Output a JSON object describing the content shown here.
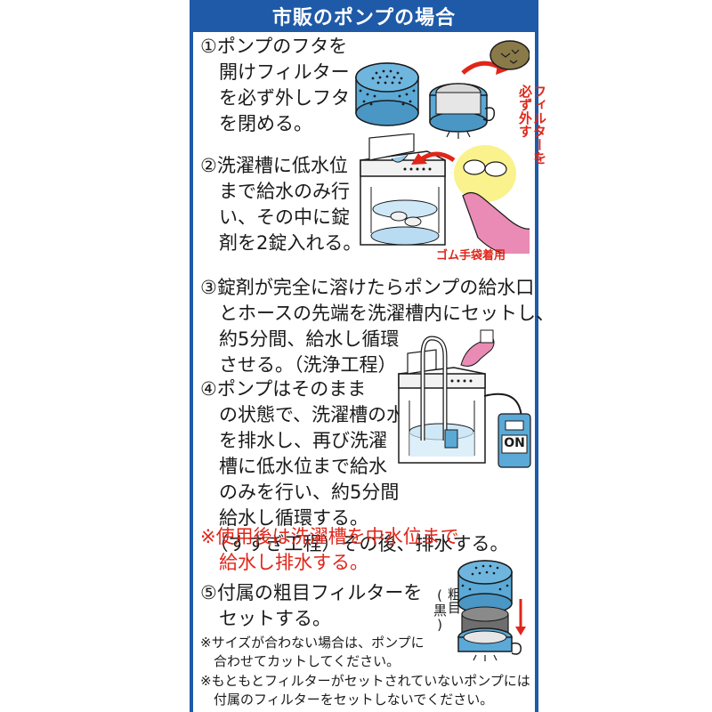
{
  "header": {
    "title": "市販のポンプの場合"
  },
  "steps": {
    "s1": "①ポンプのフタを\n　開けフィルター\n　を必ず外しフタ\n　を閉める。",
    "s2": "②洗濯槽に低水位\n　まで給水のみ行\n　い、その中に錠\n　剤を2錠入れる。",
    "s3": "③錠剤が完全に溶けたらポンプの給水口\n　とホースの先端を洗濯槽内にセットし、\n　約5分間、給水し循環\n　させる。（洗浄工程）",
    "s4": "④ポンプはそのまま\n　の状態で、洗濯槽の水\n　を排水し、再び洗濯\n　槽に低水位まで給水\n　のみを行い、約5分間\n　給水し循環する。\n　（すすぎ工程）その後、排水する。",
    "warning": "※使用後は洗濯槽を中水位まで\n　給水し排水する。",
    "s5": "⑤付属の粗目フィルターを\n　セットする。"
  },
  "notes": {
    "n1": "※サイズが合わない場合は、ポンプに\n　合わせてカットしてください。",
    "n2": "※もともとフィルターがセットされていないポンプには\n　付属のフィルターをセットしないでください。"
  },
  "labels": {
    "remove_filter": "フィルターを必ず外す",
    "gloves": "ゴム手袋着用",
    "on_button": "ON",
    "coarse": "粗目(黒)"
  },
  "colors": {
    "brand": "#1e5aa8",
    "warning": "#e0261a",
    "pump_blue": "#5aa9d6"
  }
}
